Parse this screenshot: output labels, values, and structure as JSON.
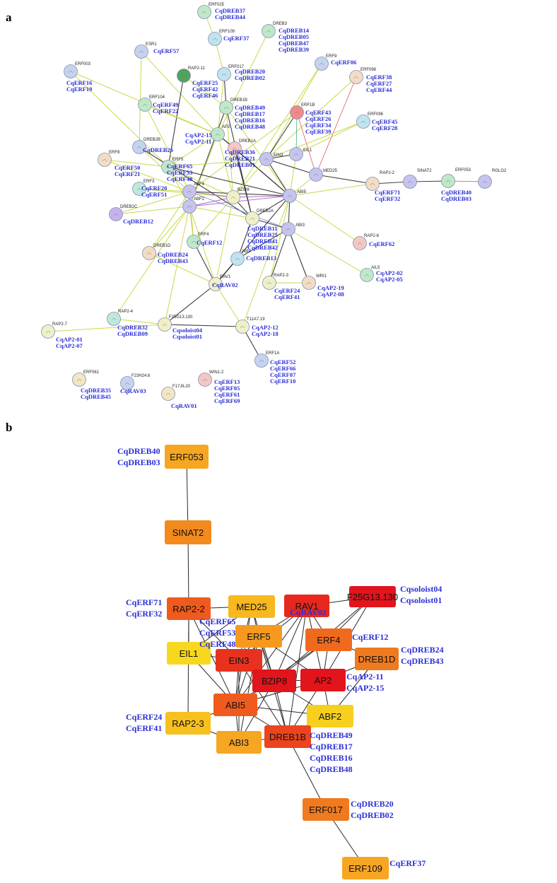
{
  "panels": {
    "a": "a",
    "b": "b"
  },
  "colors": {
    "label_blue": "#2b2fd6",
    "edges": [
      "#c3d53a",
      "#2b2b2b",
      "#9b59b6",
      "#e05a5a",
      "#3cb37a",
      "#6c8cd5"
    ]
  },
  "network_a": {
    "nodes": [
      {
        "id": "ERF025",
        "color": "#bfe8c8"
      },
      {
        "id": "ERF109",
        "color": "#bfe4ef"
      },
      {
        "id": "DREB3",
        "color": "#bfe8c8"
      },
      {
        "id": "ESR1",
        "color": "#c4d3ee"
      },
      {
        "id": "RAP2-11",
        "color": "#4fa35d"
      },
      {
        "id": "ERF017",
        "color": "#bfe4ef"
      },
      {
        "id": "ERF003",
        "color": "#c4d3ee"
      },
      {
        "id": "ERF9",
        "color": "#c4d3ee"
      },
      {
        "id": "ERF098",
        "color": "#f3dcc4"
      },
      {
        "id": "ERF104",
        "color": "#bfe8c8"
      },
      {
        "id": "DREB1B",
        "color": "#bfe8c8"
      },
      {
        "id": "ERF1B",
        "color": "#ef8a8a"
      },
      {
        "id": "ERF096",
        "color": "#bfe4ef"
      },
      {
        "id": "AP2",
        "color": "#bfe8c8"
      },
      {
        "id": "DREB2B",
        "color": "#c4d3ee"
      },
      {
        "id": "DREB1A",
        "color": "#f3c8c4"
      },
      {
        "id": "ERF8",
        "color": "#f3dcc4"
      },
      {
        "id": "ERF5",
        "color": "#bfe8c8"
      },
      {
        "id": "EIL1",
        "color": "#c4c4ee"
      },
      {
        "id": "EIN3",
        "color": "#c4c4ee"
      },
      {
        "id": "MED25",
        "color": "#c4c4ee"
      },
      {
        "id": "RAP2-2",
        "color": "#f3dcc4"
      },
      {
        "id": "SINAT2",
        "color": "#c4c4ee"
      },
      {
        "id": "ERF053",
        "color": "#bfe8c8"
      },
      {
        "id": "RGLG2",
        "color": "#c4c4ee"
      },
      {
        "id": "ERF3",
        "color": "#bfe8dc"
      },
      {
        "id": "ABF4",
        "color": "#c4c4ee"
      },
      {
        "id": "BZIP8",
        "color": "#f0f0c8"
      },
      {
        "id": "ABI5",
        "color": "#c4c4ee"
      },
      {
        "id": "ABF2",
        "color": "#c4c4ee"
      },
      {
        "id": "DREB2C",
        "color": "#c7b3ec"
      },
      {
        "id": "DREB2A",
        "color": "#f0f0c8"
      },
      {
        "id": "ABI3",
        "color": "#c4c4ee"
      },
      {
        "id": "DREB1D",
        "color": "#f3dcc4"
      },
      {
        "id": "ERF4",
        "color": "#bfe8c8"
      },
      {
        "id": "RAP2-6",
        "color": "#f3c8c4"
      },
      {
        "id": "ABI4",
        "color": "#bfe4ef"
      },
      {
        "id": "RAV1",
        "color": "#f0f0c8"
      },
      {
        "id": "RAP2-3",
        "color": "#f0f0c8"
      },
      {
        "id": "WRI1",
        "color": "#f3dcc4"
      },
      {
        "id": "AIL5",
        "color": "#bfe8c8"
      },
      {
        "id": "RAP2-4",
        "color": "#bfe8dc"
      },
      {
        "id": "F25G13.130",
        "color": "#f0f0c8"
      },
      {
        "id": "T11A7.19",
        "color": "#f0f0c8"
      },
      {
        "id": "RAP2-7",
        "color": "#f0f0c8"
      },
      {
        "id": "ERF1A",
        "color": "#c4d3ee"
      },
      {
        "id": "ERF061",
        "color": "#f3e6c4"
      },
      {
        "id": "F23H24.6",
        "color": "#c4d3ee"
      },
      {
        "id": "WIN1-2",
        "color": "#f3c8c4"
      },
      {
        "id": "F17J6.20",
        "color": "#f3e6c4"
      }
    ],
    "annotations": [
      {
        "lines": [
          "CqDREB37",
          "CqDREB44"
        ]
      },
      {
        "lines": [
          "CqERF37"
        ]
      },
      {
        "lines": [
          "CqDREB14",
          "CqDREB05",
          "CqDREB47",
          "CqDREB39"
        ]
      },
      {
        "lines": [
          "CqERF57"
        ]
      },
      {
        "lines": [
          "CqERF25",
          "CqERF42",
          "CqERF46"
        ]
      },
      {
        "lines": [
          "CqDREB20",
          "CqDREB02"
        ]
      },
      {
        "lines": [
          "CqERF16",
          "CqERF19"
        ]
      },
      {
        "lines": [
          "CqERF06"
        ]
      },
      {
        "lines": [
          "CqERF38",
          "CqERF27",
          "CqERF44"
        ]
      },
      {
        "lines": [
          "CqERF49",
          "CqERF22"
        ]
      },
      {
        "lines": [
          "CqDREB49",
          "CqDREB17",
          "CqDREB16",
          "CqDREB48"
        ]
      },
      {
        "lines": [
          "CqERF43",
          "CqERF26",
          "CqERF34",
          "CqERF39"
        ]
      },
      {
        "lines": [
          "CqERF45",
          "CqERF28"
        ]
      },
      {
        "lines": [
          "CqAP2-15",
          "CqAP2-11"
        ]
      },
      {
        "lines": [
          "CqDREB26"
        ]
      },
      {
        "lines": [
          "CqDREB36",
          "CqDREB21",
          "CqDREB01"
        ]
      },
      {
        "lines": [
          "CqERF50",
          "CqERF21"
        ]
      },
      {
        "lines": [
          "CqERF65",
          "CqERF53",
          "CqERF48"
        ]
      },
      {
        "lines": [
          "CqERF71",
          "CqERF32"
        ]
      },
      {
        "lines": [
          "CqDREB40",
          "CqDREB03"
        ]
      },
      {
        "lines": [
          "CqERF20",
          "CqERF51"
        ]
      },
      {
        "lines": [
          "CqDREB12"
        ]
      },
      {
        "lines": [
          "CqDREB11",
          "CqDREB25",
          "CqDREB41",
          "CqDREB42"
        ]
      },
      {
        "lines": [
          "CqERF12"
        ]
      },
      {
        "lines": [
          "CqDREB24",
          "CqDREB43"
        ]
      },
      {
        "lines": [
          "CqERF62"
        ]
      },
      {
        "lines": [
          "CqDREB13"
        ]
      },
      {
        "lines": [
          "CqRAV02"
        ]
      },
      {
        "lines": [
          "CqERF24",
          "CqERF41"
        ]
      },
      {
        "lines": [
          "CqAP2-19",
          "CqAP2-08"
        ]
      },
      {
        "lines": [
          "CqAP2-02",
          "CqAP2-05"
        ]
      },
      {
        "lines": [
          "CqDREB32",
          "CqDREB09"
        ]
      },
      {
        "lines": [
          "Cqsoloist04",
          "Cqsoloist01"
        ]
      },
      {
        "lines": [
          "CqAP2-12",
          "CqAP2-18"
        ]
      },
      {
        "lines": [
          "CqAP2-01",
          "CqAP2-07"
        ]
      },
      {
        "lines": [
          "CqERF52",
          "CqERF66",
          "CqERF07",
          "CqERF10"
        ]
      },
      {
        "lines": [
          "CqDREB35",
          "CqDREB45"
        ]
      },
      {
        "lines": [
          "CqRAV03"
        ]
      },
      {
        "lines": [
          "CqERF13",
          "CqERF05",
          "CqERF61",
          "CqERF69"
        ]
      },
      {
        "lines": [
          "CqRAV01"
        ]
      }
    ]
  },
  "network_b": {
    "nodes": [
      {
        "id": "ERF053",
        "color": "#f6a623"
      },
      {
        "id": "SINAT2",
        "color": "#f28a1e"
      },
      {
        "id": "RAP2-2",
        "color": "#ef5a1e"
      },
      {
        "id": "MED25",
        "color": "#f8b81e"
      },
      {
        "id": "RAV1",
        "color": "#e8281e"
      },
      {
        "id": "F25G13.130",
        "color": "#e2141c"
      },
      {
        "id": "ERF5",
        "color": "#f59a1e"
      },
      {
        "id": "ERF4",
        "color": "#f06a1e"
      },
      {
        "id": "EIL1",
        "color": "#f7d81e"
      },
      {
        "id": "EIN3",
        "color": "#e8321e"
      },
      {
        "id": "DREB1D",
        "color": "#f07a1e"
      },
      {
        "id": "BZIP8",
        "color": "#e2141c"
      },
      {
        "id": "AP2",
        "color": "#e2141c"
      },
      {
        "id": "ABI5",
        "color": "#ef5a1e"
      },
      {
        "id": "ABF2",
        "color": "#f7d01e"
      },
      {
        "id": "RAP2-3",
        "color": "#f7c01e"
      },
      {
        "id": "ABI3",
        "color": "#f6a623"
      },
      {
        "id": "DREB1B",
        "color": "#ec441e"
      },
      {
        "id": "ERF017",
        "color": "#f07a1e"
      },
      {
        "id": "ERF109",
        "color": "#f6a623"
      }
    ],
    "annotations": [
      {
        "lines": [
          "CqDREB40",
          "CqDREB03"
        ]
      },
      {
        "lines": [
          "CqERF71",
          "CqERF32"
        ]
      },
      {
        "lines": [
          "Cqsoloist04",
          "Cqsoloist01"
        ]
      },
      {
        "lines": [
          "CqRAV02"
        ]
      },
      {
        "lines": [
          "CqERF65",
          "CqERF53",
          "CqERF48"
        ]
      },
      {
        "lines": [
          "CqERF12"
        ]
      },
      {
        "lines": [
          "CqDREB24",
          "CqDREB43"
        ]
      },
      {
        "lines": [
          "CqAP2-11",
          "CqAP2-15"
        ]
      },
      {
        "lines": [
          "CqERF24",
          "CqERF41"
        ]
      },
      {
        "lines": [
          "CqDREB49",
          "CqDREB17",
          "CqDREB16",
          "CqDREB48"
        ]
      },
      {
        "lines": [
          "CqDREB20",
          "CqDREB02"
        ]
      },
      {
        "lines": [
          "CqERF37"
        ]
      }
    ]
  }
}
